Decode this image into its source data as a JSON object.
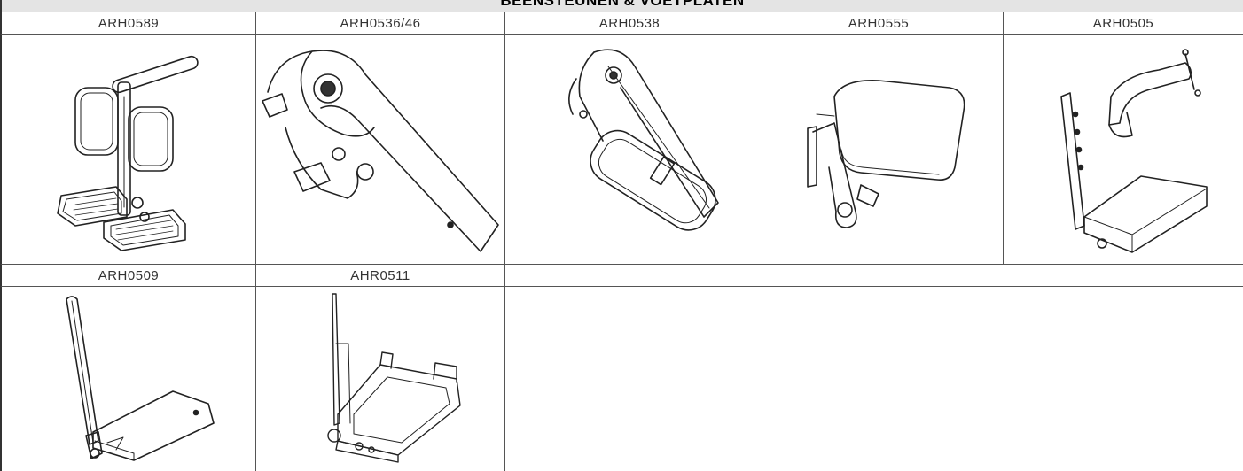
{
  "header": {
    "title": "BEENSTEUNEN & VOETPLATEN"
  },
  "row1": {
    "codes": [
      "ARH0589",
      "ARH0536/46",
      "ARH0538",
      "ARH0555",
      "ARH0505"
    ]
  },
  "row2": {
    "codes": [
      "ARH0509",
      "AHR0511"
    ]
  },
  "icons": {
    "r1c1": "elevating-legrest-with-footplates",
    "r1c2": "legrest-hanger-bracket",
    "r1c3": "legrest-with-calf-pad",
    "r1c4": "calf-pad-with-clamp",
    "r1c5": "footrest-with-heel-strap",
    "r2c1": "single-footplate",
    "r2c2": "one-piece-footplate"
  }
}
